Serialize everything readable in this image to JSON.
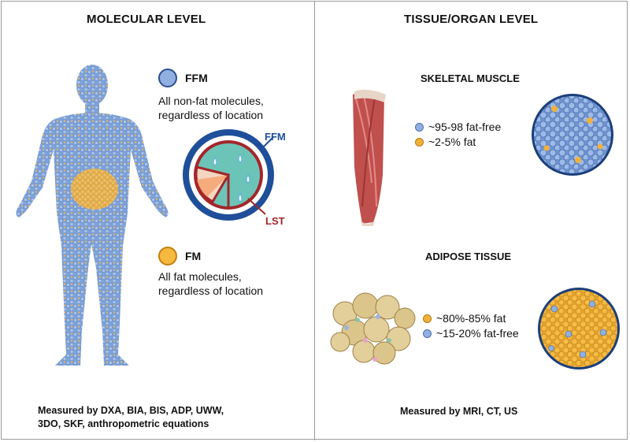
{
  "left": {
    "heading": "MOLECULAR LEVEL",
    "ffm": {
      "label": "FFM",
      "description_line1": "All non-fat molecules,",
      "description_line2": "regardless of location"
    },
    "fm": {
      "label": "FM",
      "description_line1": "All fat molecules,",
      "description_line2": "regardless of location"
    },
    "pie_labels": {
      "outer": "FFM",
      "inner": "LST"
    },
    "footer_line1": "Measured by DXA, BIA, BIS, ADP, UWW,",
    "footer_line2": "3DO, SKF, anthropometric equations"
  },
  "right": {
    "heading": "TISSUE/ORGAN LEVEL",
    "muscle": {
      "title": "SKELETAL MUSCLE",
      "legend1": "~95-98 fat-free",
      "legend2": "~2-5% fat"
    },
    "adipose": {
      "title": "ADIPOSE TISSUE",
      "legend1": "~80%-85% fat",
      "legend2": "~15-20% fat-free"
    },
    "footer": "Measured by MRI, CT, US"
  },
  "colors": {
    "fat_free_blue": "#8fb0e0",
    "fat_yellow": "#f3b13b",
    "ring_navy": "#1f4f9a",
    "lst_red": "#a3262a",
    "water_teal": "#6cc4b8",
    "muscle_red": "#c0504d"
  }
}
